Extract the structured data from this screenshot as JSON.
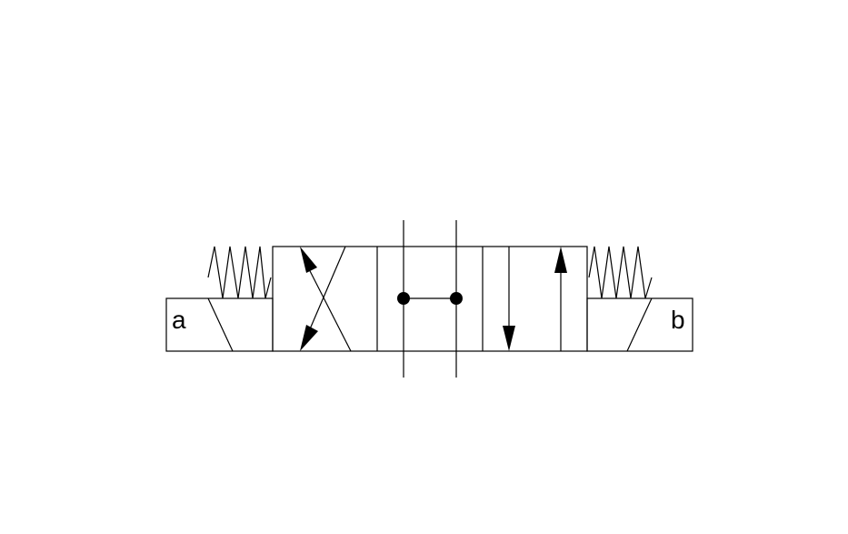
{
  "diagram": {
    "type": "4/3 directional control valve symbol",
    "left_actuator": {
      "label": "a",
      "icon": "solenoid-icon",
      "spring": "spring-icon"
    },
    "right_actuator": {
      "label": "b",
      "icon": "solenoid-icon",
      "spring": "spring-icon"
    },
    "envelopes": [
      {
        "name": "crossed-flow",
        "icon": "crossed-arrows-icon"
      },
      {
        "name": "center-tandem",
        "icon": "connected-ports-icon"
      },
      {
        "name": "parallel-flow",
        "icon": "parallel-arrows-icon"
      }
    ],
    "colors": {
      "line": "#000000",
      "background": "#ffffff"
    }
  }
}
